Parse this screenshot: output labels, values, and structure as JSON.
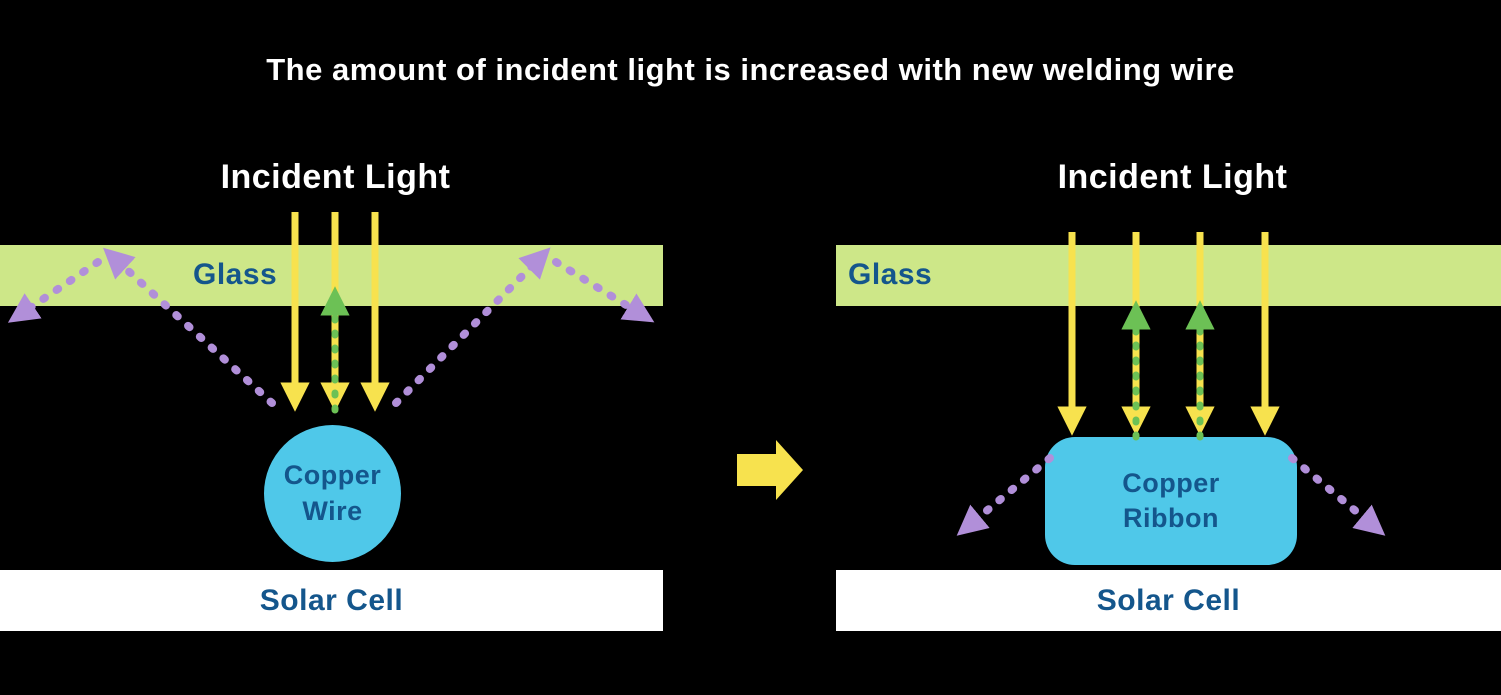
{
  "title": "The amount of incident light is increased with new welding wire",
  "left_panel": {
    "heading": "Incident Light",
    "glass_label": "Glass",
    "component_label_line1": "Copper",
    "component_label_line2": "Wire",
    "solar_cell_label": "Solar Cell"
  },
  "right_panel": {
    "heading": "Incident Light",
    "glass_label": "Glass",
    "component_label_line1": "Copper",
    "component_label_line2": "Ribbon",
    "solar_cell_label": "Solar Cell"
  },
  "icons": {
    "transition_arrow": "right-block-arrow",
    "incident_ray": "yellow-down-arrow",
    "transmitted_ray": "green-dashed-up-arrow",
    "reflected_ray": "purple-dashed-arrow"
  },
  "colors": {
    "background": "#000000",
    "title_text": "#ffffff",
    "glass": "#cde788",
    "incident_ray": "#f7e24e",
    "transmitted_ray": "#6cc155",
    "reflected_ray": "#b18fd9",
    "copper": "#4fc8e9",
    "solar_cell": "#ffffff",
    "label_text": "#14568c"
  }
}
